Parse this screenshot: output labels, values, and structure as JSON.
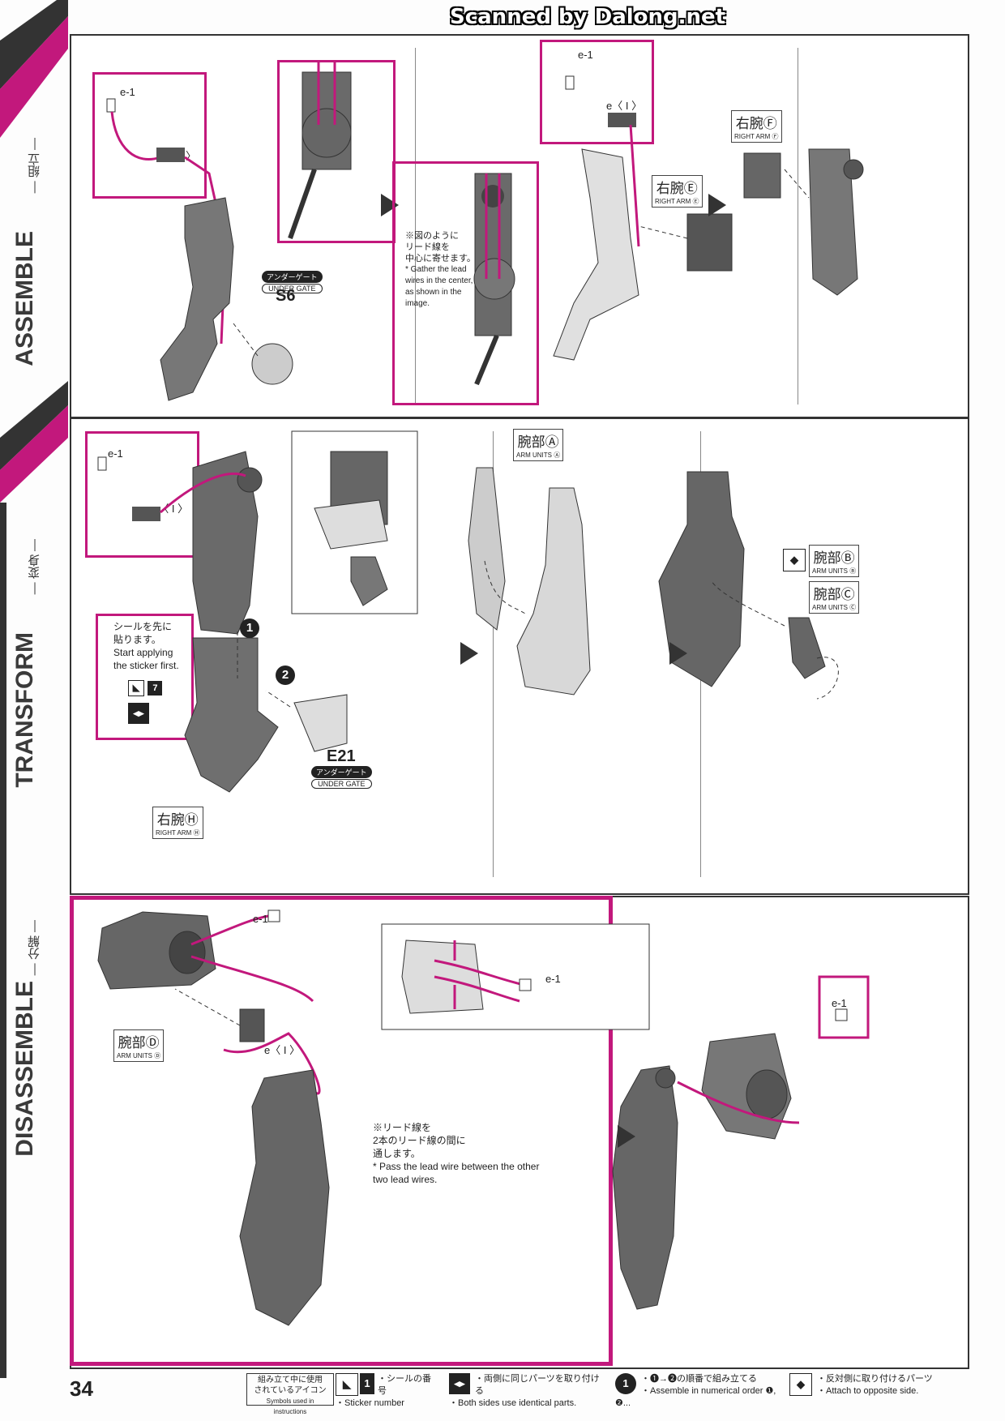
{
  "watermark": "Scanned by Dalong.net",
  "page_number": "34",
  "sidebar": {
    "assemble": "ASSEMBLE",
    "assemble_jp": "— 組立 —",
    "transform": "TRANSFORM",
    "transform_jp": "— 変身 —",
    "disassemble": "DISASSEMBLE",
    "disassemble_jp": "— 分解 —"
  },
  "colors": {
    "accent": "#c2187c",
    "ink": "#333333"
  },
  "row1": {
    "p1": {
      "e1": "e-1",
      "ei": "e〈 I 〉",
      "gate_jp": "アンダーゲート",
      "gate_en": "UNDER GATE",
      "part": "S6"
    },
    "p2": {
      "e1": "e-1",
      "ei": "e〈 I 〉",
      "note_jp_1": "※図のように",
      "note_jp_2": "リード線を",
      "note_jp_3": "中心に寄せます。",
      "note_en_1": "* Gather the lead",
      "note_en_2": "wires in the center,",
      "note_en_3": "as shown in the",
      "note_en_4": "image.",
      "tag_jp": "右腕Ⓔ",
      "tag_en": "RIGHT ARM Ⓔ"
    },
    "p3": {
      "tag_jp": "右腕Ⓕ",
      "tag_en": "RIGHT ARM Ⓕ"
    }
  },
  "row2": {
    "p1": {
      "e1": "e-1",
      "ei": "e〈 I 〉",
      "sticker_jp_1": "シールを先に",
      "sticker_jp_2": "貼ります。",
      "sticker_en_1": "Start applying",
      "sticker_en_2": "the sticker first.",
      "sticker_no": "7",
      "step1": "1",
      "step2": "2",
      "part": "E21",
      "gate_jp": "アンダーゲート",
      "gate_en": "UNDER GATE",
      "tag_jp": "右腕Ⓗ",
      "tag_en": "RIGHT ARM Ⓗ"
    },
    "p2": {
      "tag_jp": "腕部Ⓐ",
      "tag_en": "ARM UNITS Ⓐ"
    },
    "p3": {
      "tag_b_jp": "腕部Ⓑ",
      "tag_b_en": "ARM UNITS Ⓑ",
      "tag_c_jp": "腕部Ⓒ",
      "tag_c_en": "ARM UNITS Ⓒ"
    }
  },
  "row3": {
    "p1": {
      "e1": "e-1",
      "ei": "e〈 I 〉",
      "e1b": "e-1",
      "tag_jp": "腕部Ⓓ",
      "tag_en": "ARM UNITS Ⓓ",
      "note_jp_1": "※リード線を",
      "note_jp_2": "2本のリード線の間に",
      "note_jp_3": "通します。",
      "note_en_1": "* Pass the lead wire between the other",
      "note_en_2": "two lead wires."
    },
    "p2": {
      "e1": "e-1"
    }
  },
  "footer": {
    "legend_jp_1": "組み立て中に使用",
    "legend_jp_2": "されているアイコン",
    "legend_en": "Symbols used in instructions",
    "i1_jp": "・シールの番号",
    "i1_en": "・Sticker number",
    "i1_no": "1",
    "i2_jp": "・両側に同じパーツを取り付ける",
    "i2_en": "・Both sides use identical parts.",
    "i3_jp": "・❶→❷の順番で組み立てる",
    "i3_en": "・Assemble in numerical order ❶, ❷...",
    "i3_no": "1",
    "i4_jp": "・反対側に取り付けるパーツ",
    "i4_en": "・Attach to opposite side."
  }
}
